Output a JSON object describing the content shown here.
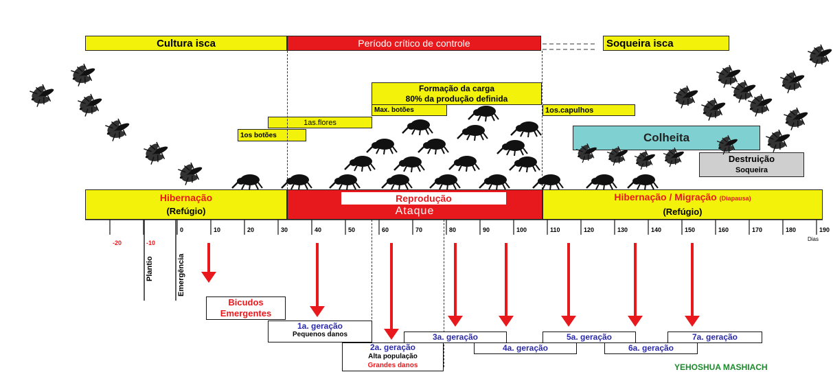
{
  "top_bar": {
    "cultura_isca": "Cultura isca",
    "periodo_critico": "Período crítico de controle",
    "soqueira_isca": "Soqueira isca"
  },
  "phenology": {
    "botoes": "1os botões",
    "flores": "1as.flores",
    "max_botoes": "Max. botões",
    "formacao_l1": "Formação da carga",
    "formacao_l2": "80% da produção definida",
    "capulhos": "1os.capulhos",
    "colheita": "Colheita",
    "destruicao_l1": "Destruição",
    "destruicao_l2": "Soqueira"
  },
  "phase_bar": {
    "hibernacao": "Hibernação",
    "refugio_left": "(Refúgio)",
    "reproducao": "Reprodução",
    "ataque": "Ataque",
    "hibernacao_migracao": "Hibernação / Migração",
    "diapausa": "(Diapausa)",
    "refugio_right": "(Refúgio)"
  },
  "axis": {
    "unit": "Dias",
    "ticks": [
      "-20",
      "-10",
      "0",
      "10",
      "20",
      "30",
      "40",
      "50",
      "60",
      "70",
      "80",
      "90",
      "100",
      "110",
      "120",
      "130",
      "140",
      "150",
      "160",
      "170",
      "180",
      "190"
    ],
    "plantio": "Plantio",
    "emergencia": "Emergência"
  },
  "generations": {
    "bicudos_l1": "Bicudos",
    "bicudos_l2": "Emergentes",
    "g1": "1a. geração",
    "g1_sub": "Pequenos danos",
    "g2": "2a. geração",
    "g2_sub1": "Alta população",
    "g2_sub2": "Grandes danos",
    "g3": "3a. geração",
    "g4": "4a. geração",
    "g5": "5a. geração",
    "g6": "6a. geração",
    "g7": "7a. geração"
  },
  "credit": "YEHOSHUA MASHIACH",
  "colors": {
    "yellow": "#f2f20a",
    "red": "#e8191d",
    "teal": "#7fd0d0",
    "gray": "#cfcfcf",
    "credit": "#1a8a2a"
  },
  "icons": [
    "weevil-icon",
    "moth-icon",
    "down-arrow-icon"
  ]
}
